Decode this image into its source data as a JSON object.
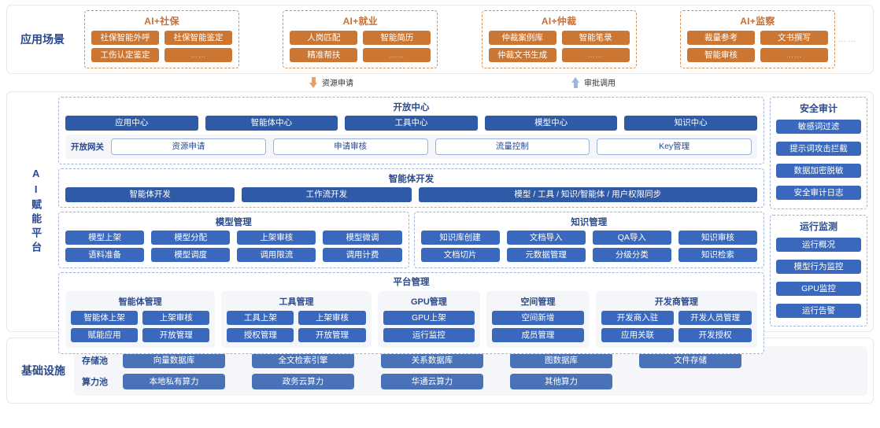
{
  "scenarios": {
    "label": "应用场景",
    "trailing_dots": "……",
    "groups": [
      {
        "title": "AI+社保",
        "items": [
          "社保智能外呼",
          "社保智能鉴定",
          "工伤认定鉴定",
          "……"
        ]
      },
      {
        "title": "AI+就业",
        "items": [
          "人岗匹配",
          "智能简历",
          "精准帮扶",
          "……"
        ]
      },
      {
        "title": "AI+仲裁",
        "items": [
          "仲裁案例库",
          "智能笔录",
          "仲裁文书生成",
          "……"
        ]
      },
      {
        "title": "AI+监察",
        "items": [
          "裁量参考",
          "文书撰写",
          "智能审核",
          "……"
        ]
      }
    ]
  },
  "arrows": {
    "down": {
      "label": "资源申请",
      "color": "#e0a271",
      "direction": "down"
    },
    "up": {
      "label": "审批调用",
      "color": "#9db6dd",
      "direction": "up"
    }
  },
  "platform": {
    "label": "AI赋能平台",
    "open_center": {
      "title": "开放中心",
      "centers": [
        "应用中心",
        "智能体中心",
        "工具中心",
        "模型中心",
        "知识中心"
      ],
      "gateway_label": "开放网关",
      "gateway_items": [
        "资源申请",
        "申请审核",
        "流量控制",
        "Key管理"
      ]
    },
    "agent_dev": {
      "title": "智能体开发",
      "items": [
        "智能体开发",
        "工作流开发",
        "模型 / 工具 / 知识/智能体 / 用户权限同步"
      ]
    },
    "model_mgmt": {
      "title": "模型管理",
      "items": [
        "模型上架",
        "模型分配",
        "上架审核",
        "模型微调",
        "语料准备",
        "模型调度",
        "调用限流",
        "调用计费"
      ]
    },
    "knowledge_mgmt": {
      "title": "知识管理",
      "items": [
        "知识库创建",
        "文档导入",
        "QA导入",
        "知识审核",
        "文档切片",
        "元数据管理",
        "分级分类",
        "知识检索"
      ]
    },
    "platform_mgmt": {
      "title": "平台管理",
      "groups": [
        {
          "title": "智能体管理",
          "items": [
            "智能体上架",
            "上架审核",
            "赋能应用",
            "开放管理"
          ],
          "columns": 2
        },
        {
          "title": "工具管理",
          "items": [
            "工具上架",
            "上架审核",
            "授权管理",
            "开放管理"
          ],
          "columns": 2
        },
        {
          "title": "GPU管理",
          "items": [
            "GPU上架",
            "运行监控"
          ],
          "columns": 1
        },
        {
          "title": "空间管理",
          "items": [
            "空间新增",
            "成员管理"
          ],
          "columns": 1
        },
        {
          "title": "开发商管理",
          "items": [
            "开发商入驻",
            "开发人员管理",
            "应用关联",
            "开发授权"
          ],
          "columns": 2
        }
      ]
    },
    "side": [
      {
        "title": "安全审计",
        "items": [
          "敏感词过滤",
          "提示词攻击拦截",
          "数据加密脱敏",
          "安全审计日志"
        ]
      },
      {
        "title": "运行监测",
        "items": [
          "运行概况",
          "模型行为监控",
          "GPU监控",
          "运行告警"
        ]
      }
    ]
  },
  "infrastructure": {
    "label": "基础设施",
    "rows": [
      {
        "label": "存储池",
        "items": [
          "向量数据库",
          "全文检索引擎",
          "关系数据库",
          "图数据库",
          "文件存储"
        ]
      },
      {
        "label": "算力池",
        "items": [
          "本地私有算力",
          "政务云算力",
          "华通云算力",
          "其他算力",
          ""
        ]
      }
    ]
  },
  "colors": {
    "orange": "#cc7634",
    "orange_border": "#d98c4e",
    "deep_blue": "#2f5aa8",
    "mid_blue": "#3a68bd",
    "infra_blue": "#4a72b8",
    "text_blue": "#2b4a8b",
    "dash_blue": "#9fb4d8",
    "band_gray": "#f4f6fa"
  }
}
